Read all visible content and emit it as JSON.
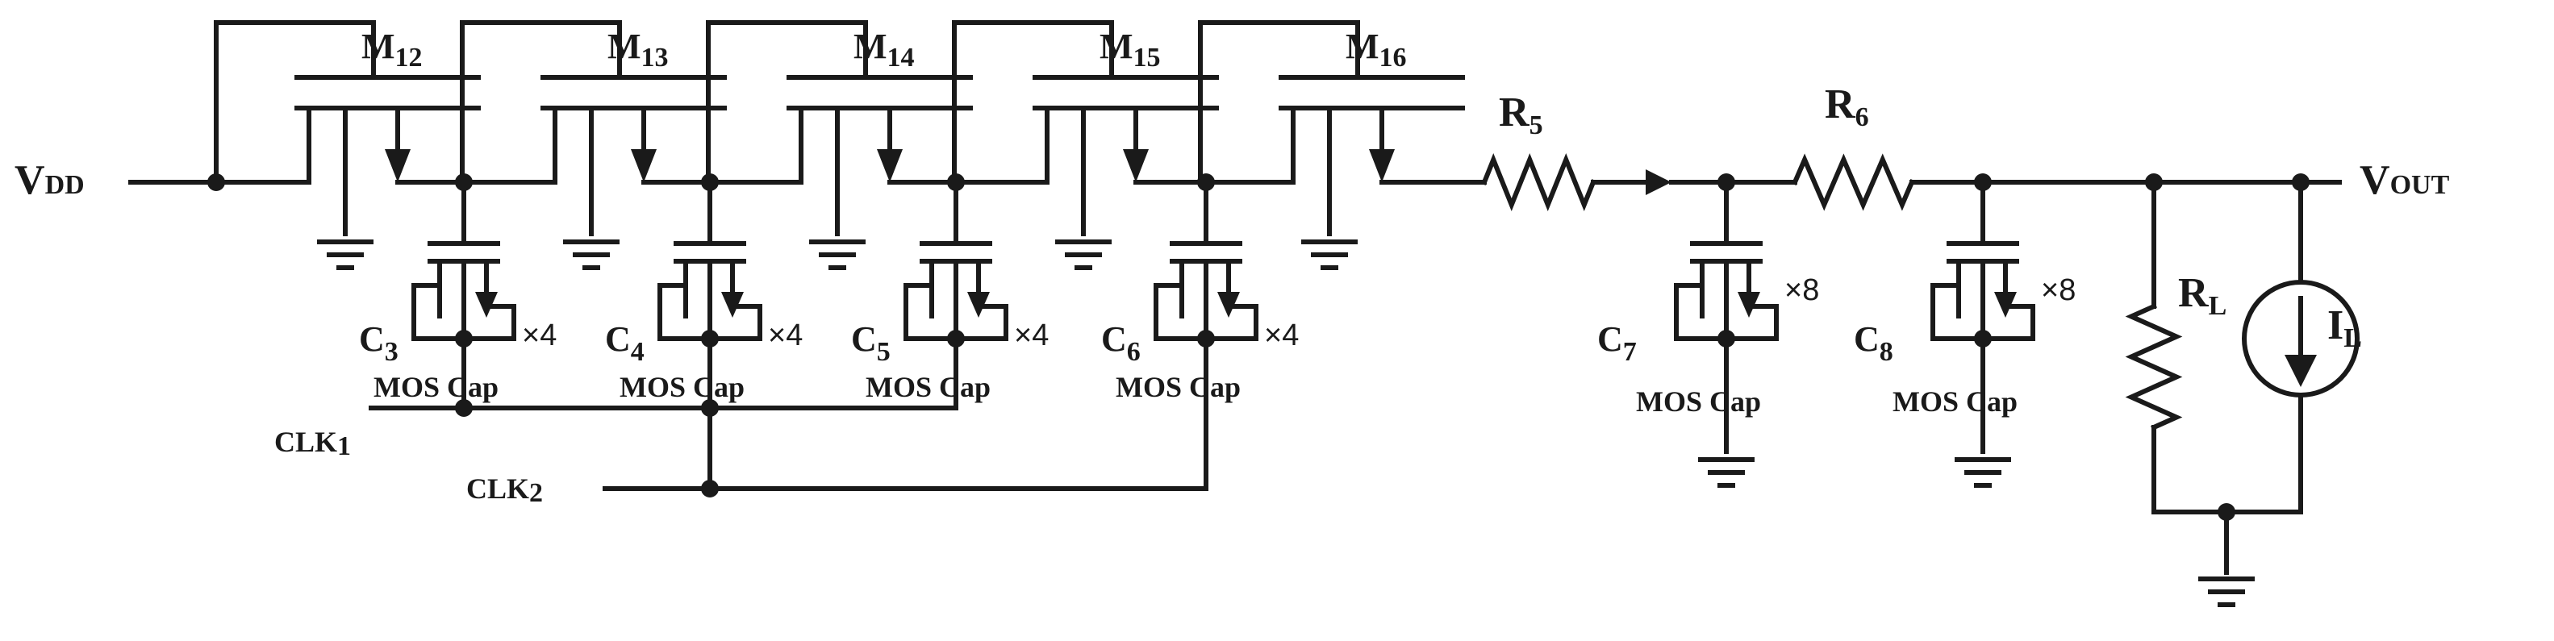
{
  "labels": {
    "vdd": {
      "main": "V",
      "sub": "DD"
    },
    "vout": {
      "main": "V",
      "sub": "OUT"
    },
    "clk1": {
      "main": "CLK",
      "sub": "1"
    },
    "clk2": {
      "main": "CLK",
      "sub": "2"
    },
    "r5": {
      "main": "R",
      "sub": "5"
    },
    "r6": {
      "main": "R",
      "sub": "6"
    },
    "rl": {
      "main": "R",
      "sub": "L"
    },
    "il": {
      "main": "I",
      "sub": "L"
    }
  },
  "transistors": [
    {
      "main": "M",
      "sub": "12"
    },
    {
      "main": "M",
      "sub": "13"
    },
    {
      "main": "M",
      "sub": "14"
    },
    {
      "main": "M",
      "sub": "15"
    },
    {
      "main": "M",
      "sub": "16"
    }
  ],
  "mos_caps": [
    {
      "main": "C",
      "sub": "3",
      "multiplier": "×4",
      "type": "MOS Cap"
    },
    {
      "main": "C",
      "sub": "4",
      "multiplier": "×4",
      "type": "MOS Cap"
    },
    {
      "main": "C",
      "sub": "5",
      "multiplier": "×4",
      "type": "MOS Cap"
    },
    {
      "main": "C",
      "sub": "6",
      "multiplier": "×4",
      "type": "MOS Cap"
    },
    {
      "main": "C",
      "sub": "7",
      "multiplier": "×8",
      "type": "MOS Cap"
    },
    {
      "main": "C",
      "sub": "8",
      "multiplier": "×8",
      "type": "MOS Cap"
    }
  ]
}
